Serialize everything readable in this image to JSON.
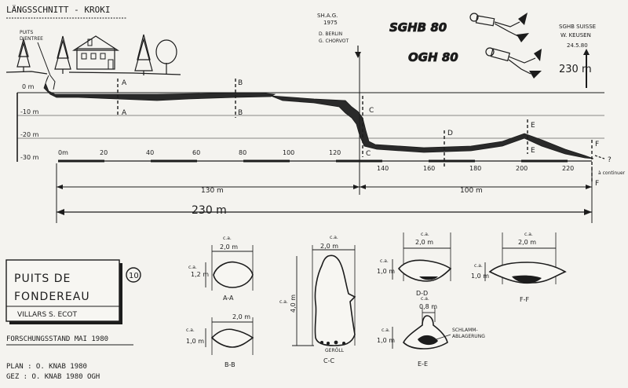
{
  "header": {
    "title": "LÄNGSSCHNITT - KROKI",
    "entrance_label_1": "PUITS",
    "entrance_label_2": "D'ENTREE"
  },
  "expedition": {
    "line1": "SH.A.G.",
    "line2": "1975",
    "line3": "D. BERLIN",
    "line4": "G. CHORVOT"
  },
  "logos": {
    "sghb_logo": "SGHB 80",
    "ogh_logo": "OGH 80"
  },
  "survey": {
    "line1": "SGHB SUISSE",
    "line2": "W. KEUSEN",
    "line3": "24.5.80"
  },
  "total_length_label": "230 m",
  "depth_labels": [
    "0 m",
    "-10 m",
    "-20 m",
    "-30 m"
  ],
  "distance_ticks": [
    "0m",
    "20",
    "40",
    "60",
    "80",
    "100",
    "120",
    "140",
    "160",
    "180",
    "200",
    "220"
  ],
  "section_markers": {
    "A": "A",
    "B": "B",
    "C": "C",
    "D": "D",
    "E": "E",
    "F": "F"
  },
  "continuation_label": "à continuer",
  "continuation_mark": "?",
  "dimensions": {
    "part1": "130 m",
    "part2": "100 m",
    "total": "230 m"
  },
  "title_box": {
    "line1": "PUITS DE",
    "line2": "FONDEREAU",
    "location": "VILLARS S. ECOT",
    "number": "10"
  },
  "status": "FORSCHUNGSSTAND  MAI 1980",
  "credits": {
    "plan": "PLAN :  O. KNAB  1980",
    "gez": "GEZ  :  O. KNAB  1980  OGH"
  },
  "cross_sections": [
    {
      "name": "A-A",
      "width": "2,0 m",
      "height": "1,2 m",
      "ca": "c.a."
    },
    {
      "name": "B-B",
      "width": "2,0 m",
      "height": "1,0 m",
      "ca": "c.a."
    },
    {
      "name": "C-C",
      "width": "2,0 m",
      "height": "4,0 m",
      "ca": "c.a.",
      "note": "GERÖLL"
    },
    {
      "name": "D-D",
      "width": "2,0 m",
      "height": "1,0 m",
      "ca": "c.a."
    },
    {
      "name": "E-E",
      "width": "0,8 m",
      "height": "1,0 m",
      "ca": "c.a.",
      "note1": "SCHLAMM-",
      "note2": "ABLAGERUNG"
    },
    {
      "name": "F-F",
      "width": "2,0 m",
      "height": "1,0 m",
      "ca": "c.a."
    }
  ]
}
